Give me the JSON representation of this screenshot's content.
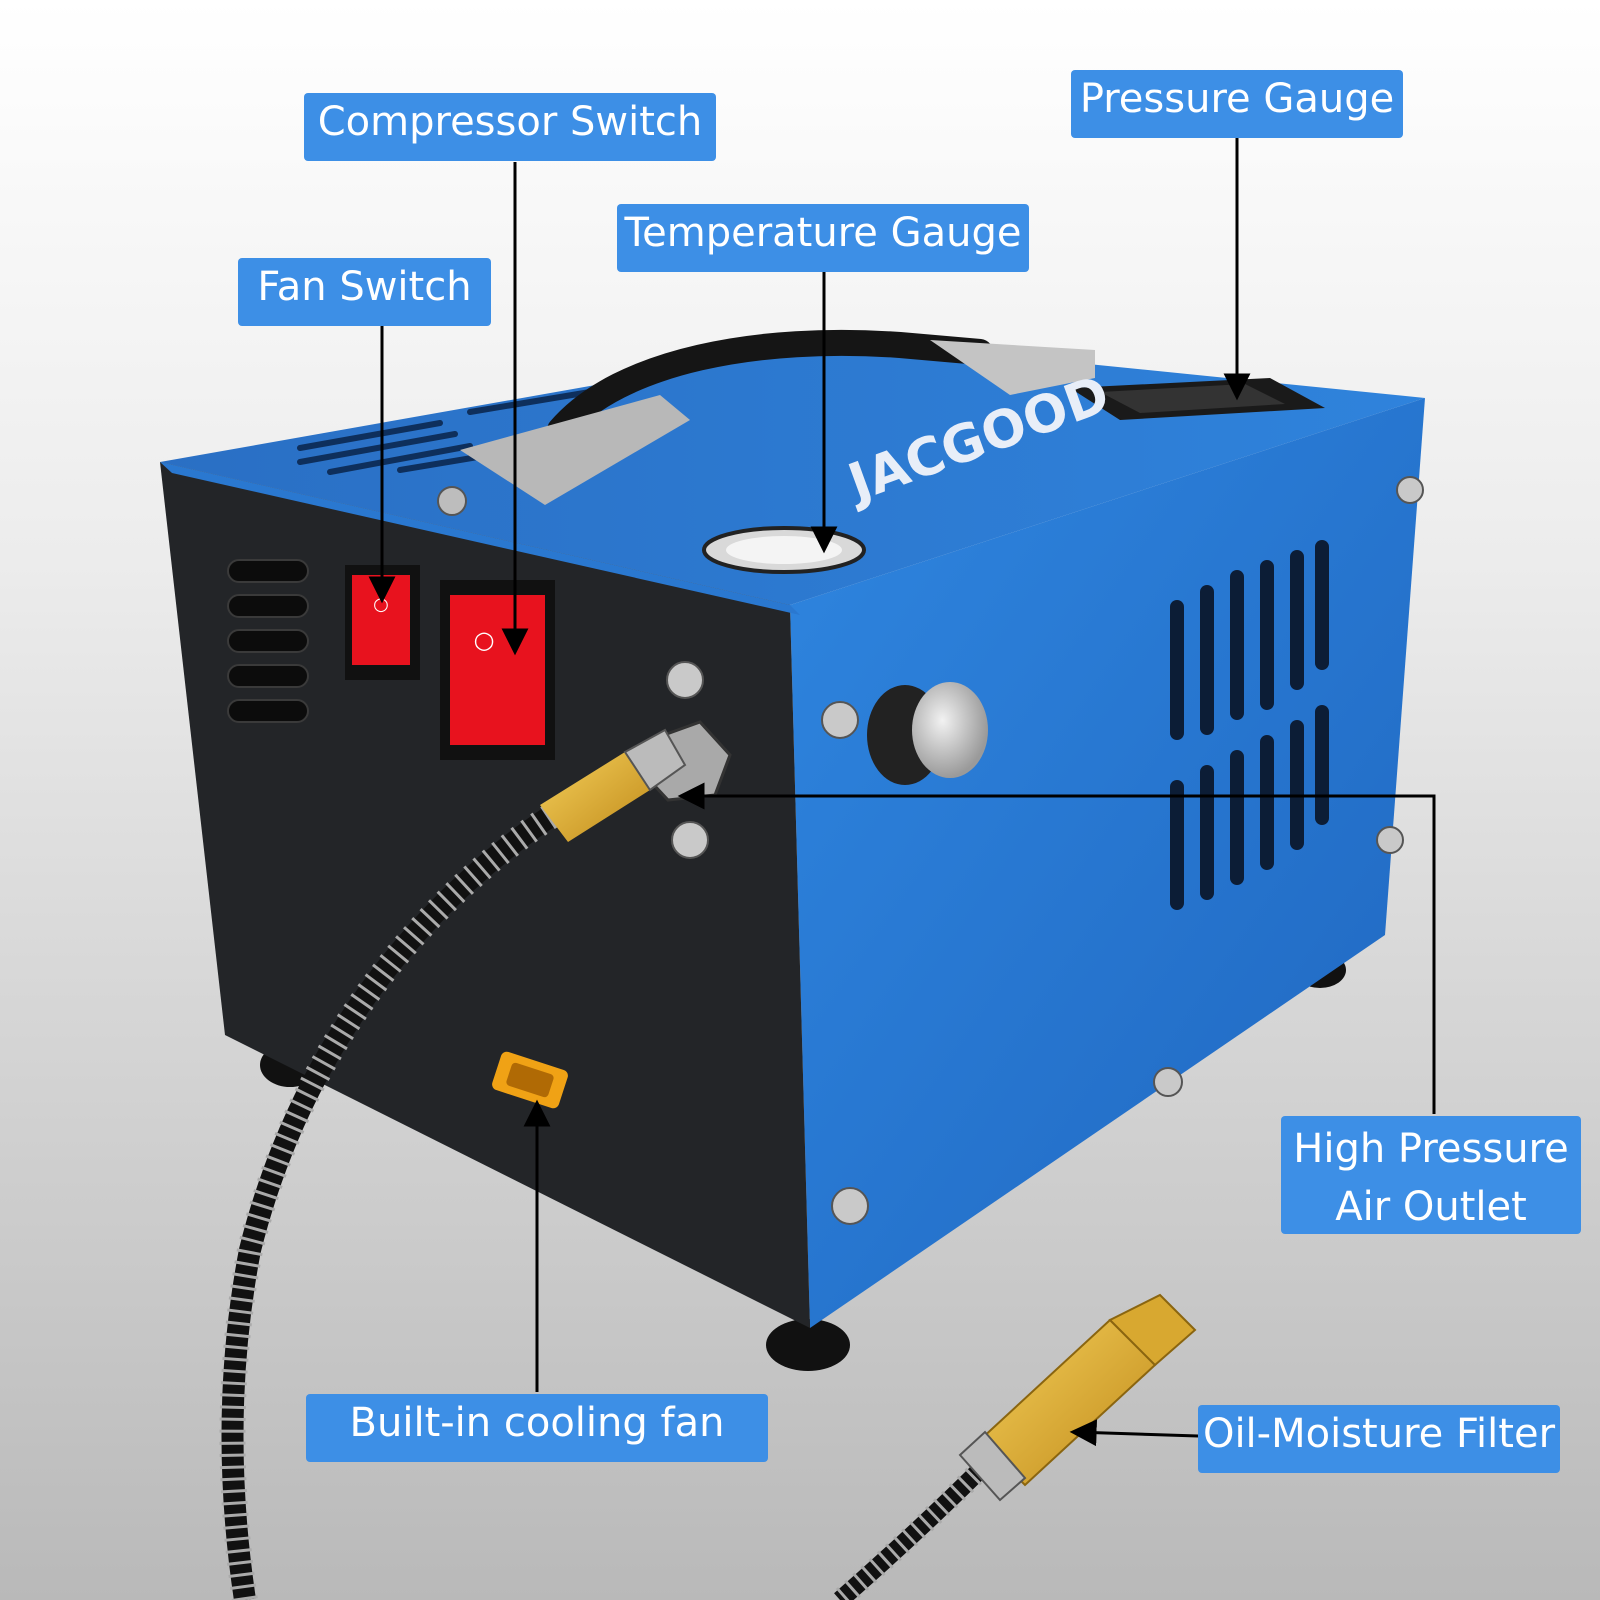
{
  "brand": "JACGOOD",
  "labels": {
    "compressor_switch": "Compressor Switch",
    "pressure_gauge": "Pressure Gauge",
    "temperature_gauge": "Temperature Gauge",
    "fan_switch": "Fan Switch",
    "high_pressure_line1": "High Pressure",
    "high_pressure_line2": "Air Outlet",
    "cooling_fan": "Built-in cooling fan",
    "filter": "Oil-Moisture Filter"
  },
  "colors": {
    "callout": "#3d8fe6",
    "body_blue": "#2f7fd8",
    "front_panel": "#232528",
    "switch_red": "#e8121e"
  }
}
